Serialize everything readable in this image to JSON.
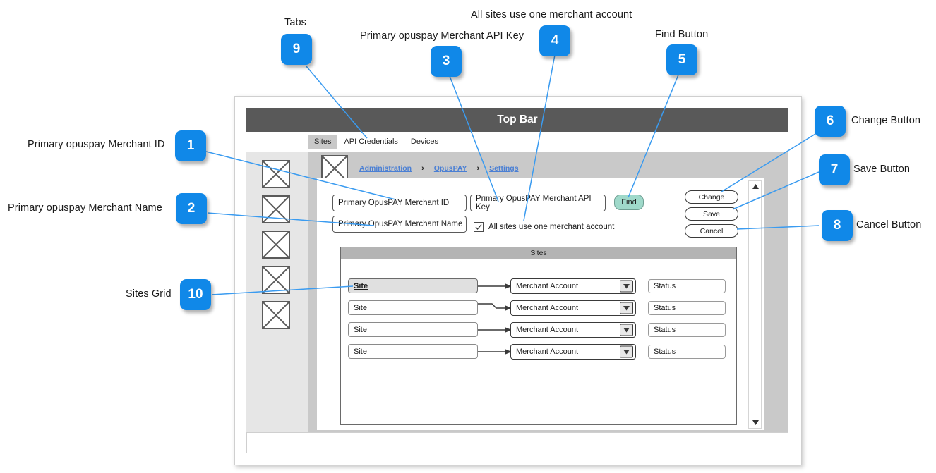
{
  "window": {
    "topbar_title": "Top Bar",
    "tabs": [
      {
        "label": "Sites",
        "active": true
      },
      {
        "label": "API Credentials",
        "active": false
      },
      {
        "label": "Devices",
        "active": false
      }
    ],
    "breadcrumb": [
      {
        "label": "Administration"
      },
      {
        "label": "OpusPAY"
      },
      {
        "label": "Settings"
      }
    ],
    "breadcrumb_separator": "›"
  },
  "form": {
    "merchant_id_value": "Primary OpusPAY Merchant ID",
    "merchant_name_value": "Primary OpusPAY Merchant Name",
    "api_key_value": "Primary OpusPAY Merchant API Key",
    "find_label": "Find",
    "checkbox_label": "All sites use one merchant account",
    "checkbox_checked": true,
    "change_label": "Change",
    "save_label": "Save",
    "cancel_label": "Cancel"
  },
  "grid": {
    "title": "Sites",
    "rows": [
      {
        "site": "Site",
        "merchant_account": "Merchant Account",
        "status": "Status",
        "selected": true
      },
      {
        "site": "Site",
        "merchant_account": "Merchant Account",
        "status": "Status",
        "selected": false
      },
      {
        "site": "Site",
        "merchant_account": "Merchant Account",
        "status": "Status",
        "selected": false
      },
      {
        "site": "Site",
        "merchant_account": "Merchant Account",
        "status": "Status",
        "selected": false
      }
    ]
  },
  "annotations": {
    "accent_color": "#1088e8",
    "items": [
      {
        "number": "1",
        "text": "Primary opuspay Merchant ID"
      },
      {
        "number": "2",
        "text": "Primary opuspay Merchant Name"
      },
      {
        "number": "3",
        "text": "Primary opuspay Merchant API Key"
      },
      {
        "number": "4",
        "text": "All sites use one merchant account"
      },
      {
        "number": "5",
        "text": "Find Button"
      },
      {
        "number": "6",
        "text": "Change Button"
      },
      {
        "number": "7",
        "text": "Save Button"
      },
      {
        "number": "8",
        "text": "Cancel Button"
      },
      {
        "number": "9",
        "text": "Tabs"
      },
      {
        "number": "10",
        "text": "Sites Grid"
      }
    ]
  }
}
